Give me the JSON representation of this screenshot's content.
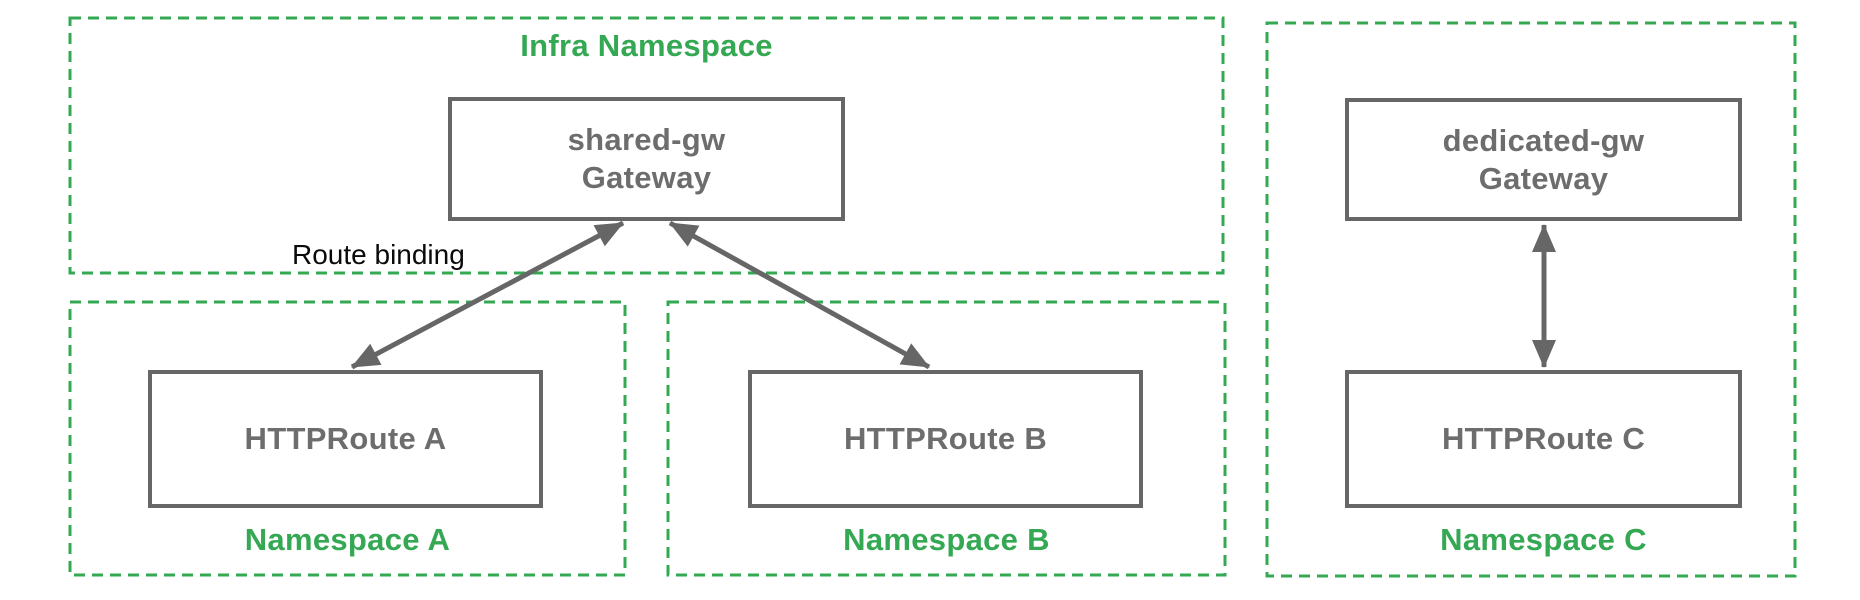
{
  "colors": {
    "green": "#34A853",
    "gray_border": "#666666",
    "gray_text": "#6d6d6d",
    "black": "#0a0a0a",
    "background": "#ffffff"
  },
  "namespaces": {
    "infra": {
      "label": "Infra Namespace"
    },
    "a": {
      "label": "Namespace A"
    },
    "b": {
      "label": "Namespace B"
    },
    "c": {
      "label": "Namespace C"
    }
  },
  "nodes": {
    "shared_gw": {
      "name": "shared-gw",
      "type": "Gateway"
    },
    "dedicated_gw": {
      "name": "dedicated-gw",
      "type": "Gateway"
    },
    "route_a": {
      "label": "HTTPRoute A"
    },
    "route_b": {
      "label": "HTTPRoute B"
    },
    "route_c": {
      "label": "HTTPRoute C"
    }
  },
  "annotations": {
    "route_binding": "Route binding"
  }
}
